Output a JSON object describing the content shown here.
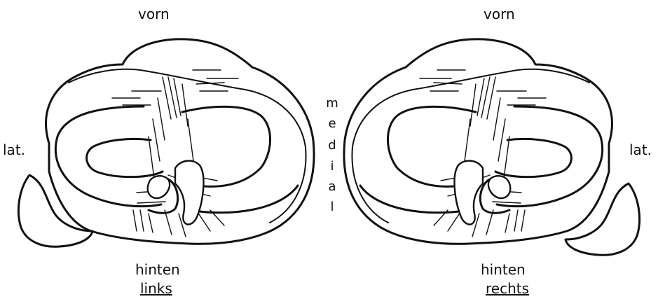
{
  "labels": {
    "left_top": "vorn",
    "right_top": "vorn",
    "left_side": "lat.",
    "right_side": "lat.",
    "left_bottom": "hinten",
    "right_bottom": "hinten",
    "left_caption": "links",
    "right_caption": "rechts",
    "medial_letters": [
      "m",
      "e",
      "d",
      "i",
      "a",
      "l"
    ]
  },
  "colors": {
    "ink": "#111111",
    "paper": "#ffffff"
  }
}
